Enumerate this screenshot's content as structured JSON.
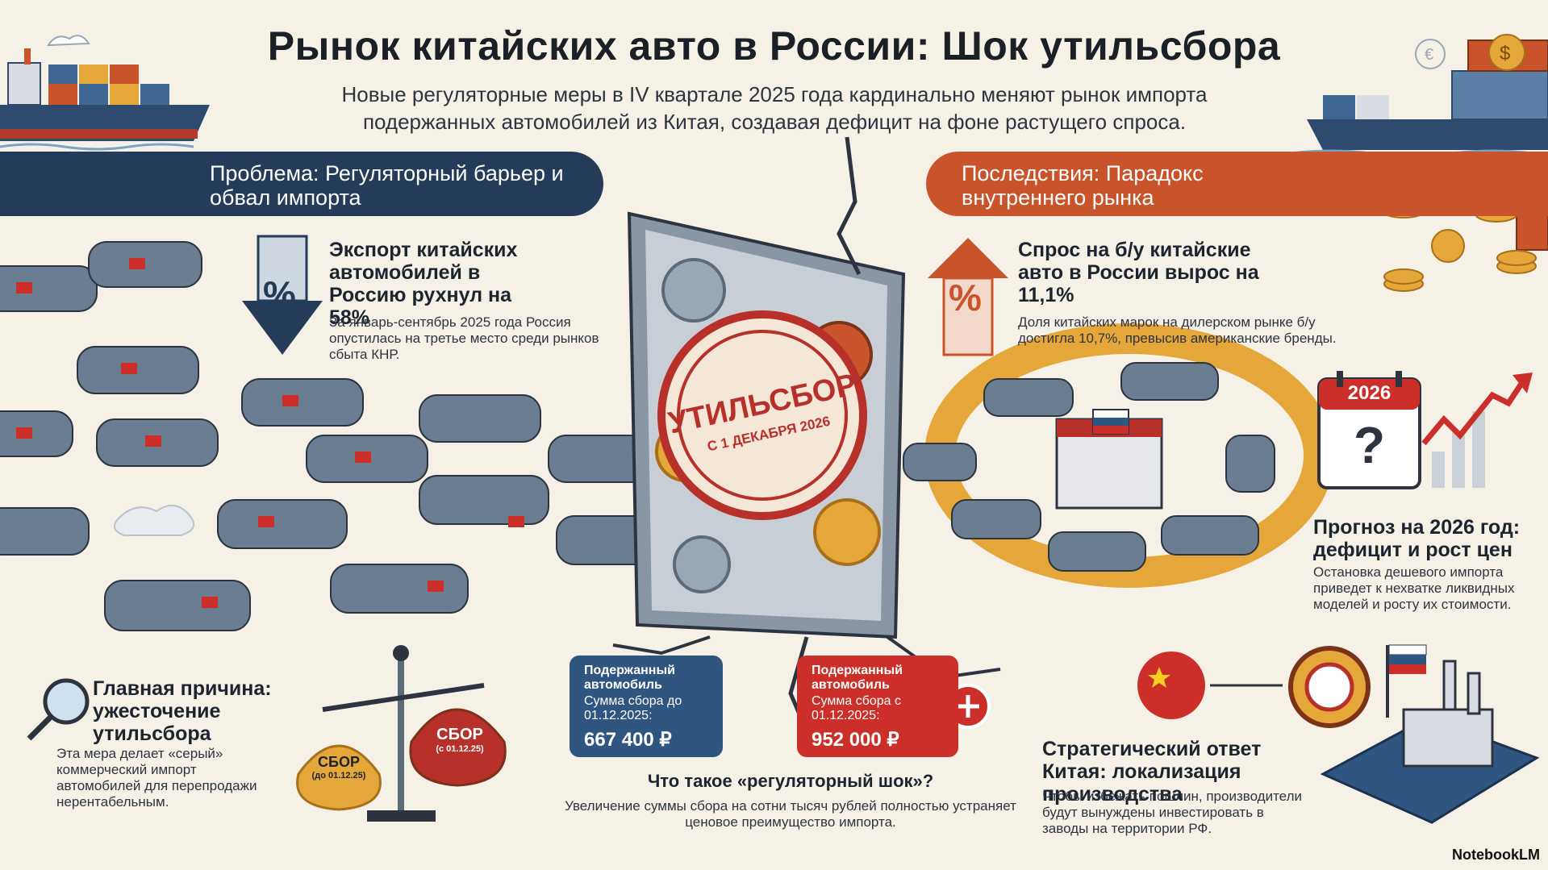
{
  "header": {
    "title": "Рынок китайских авто в России: Шок утильсбора",
    "subtitle": "Новые регуляторные меры в IV квартале 2025 года кардинально меняют рынок импорта подержанных автомобилей из Китая, создавая дефицит на фоне растущего спроса."
  },
  "left_banner": {
    "title": "Проблема: Регуляторный барьер и обвал импорта",
    "color": "#243c59"
  },
  "right_banner": {
    "title": "Последствия: Парадокс внутреннего рынка",
    "color": "#c9542b"
  },
  "export": {
    "heading": "Экспорт китайских автомобилей в Россию рухнул на 58%",
    "text": "За январь-сентябрь 2025 года Россия опустилась на третье место среди рынков сбыта КНР.",
    "icon_symbol": "%"
  },
  "demand": {
    "heading": "Спрос на б/у китайские авто в России вырос на 11,1%",
    "text": "Доля китайских марок на дилерском рынке б/у достигла 10,7%, превысив американские бренды.",
    "icon_symbol": "%"
  },
  "stamp": {
    "line1": "УТИЛЬСБОР",
    "line2": "С 1 ДЕКАБРЯ 2026"
  },
  "calendar": {
    "year": "2026",
    "symbol": "?"
  },
  "forecast": {
    "heading": "Прогноз на 2026 год: дефицит и рост цен",
    "text": "Остановка дешевого импорта приведет к нехватке ликвидных моделей и росту их стоимости."
  },
  "reason": {
    "heading": "Главная причина: ужесточение утильсбора",
    "text": "Эта мера делает «серый» коммерческий импорт автомобилей для перепродажи нерентабельным."
  },
  "scale": {
    "left_bag": "СБОР",
    "left_bag_date": "(до 01.12.25)",
    "right_bag": "СБОР",
    "right_bag_date": "(с 01.12.25)"
  },
  "tag_before": {
    "line1": "Подержанный автомобиль",
    "line2": "Сумма сбора до 01.12.2025:",
    "amount": "667 400 ₽"
  },
  "tag_after": {
    "line1": "Подержанный автомобиль",
    "line2": "Сумма сбора с 01.12.2025:",
    "amount": "952 000 ₽"
  },
  "shock": {
    "heading": "Что такое «регуляторный шок»?",
    "text": "Увеличение суммы сбора на сотни тысяч рублей полностью устраняет ценовое преимущество импорта."
  },
  "china": {
    "heading": "Стратегический ответ Китая: локализация производства",
    "text": "Чтобы избежать пошлин, производители будут вынуждены инвестировать в заводы на территории РФ."
  },
  "footer": {
    "brand": "NotebookLM"
  },
  "colors": {
    "navy": "#243c59",
    "orange": "#c9542b",
    "car": "#6b7d91",
    "red": "#cc2f29",
    "gold": "#e6a73a"
  }
}
